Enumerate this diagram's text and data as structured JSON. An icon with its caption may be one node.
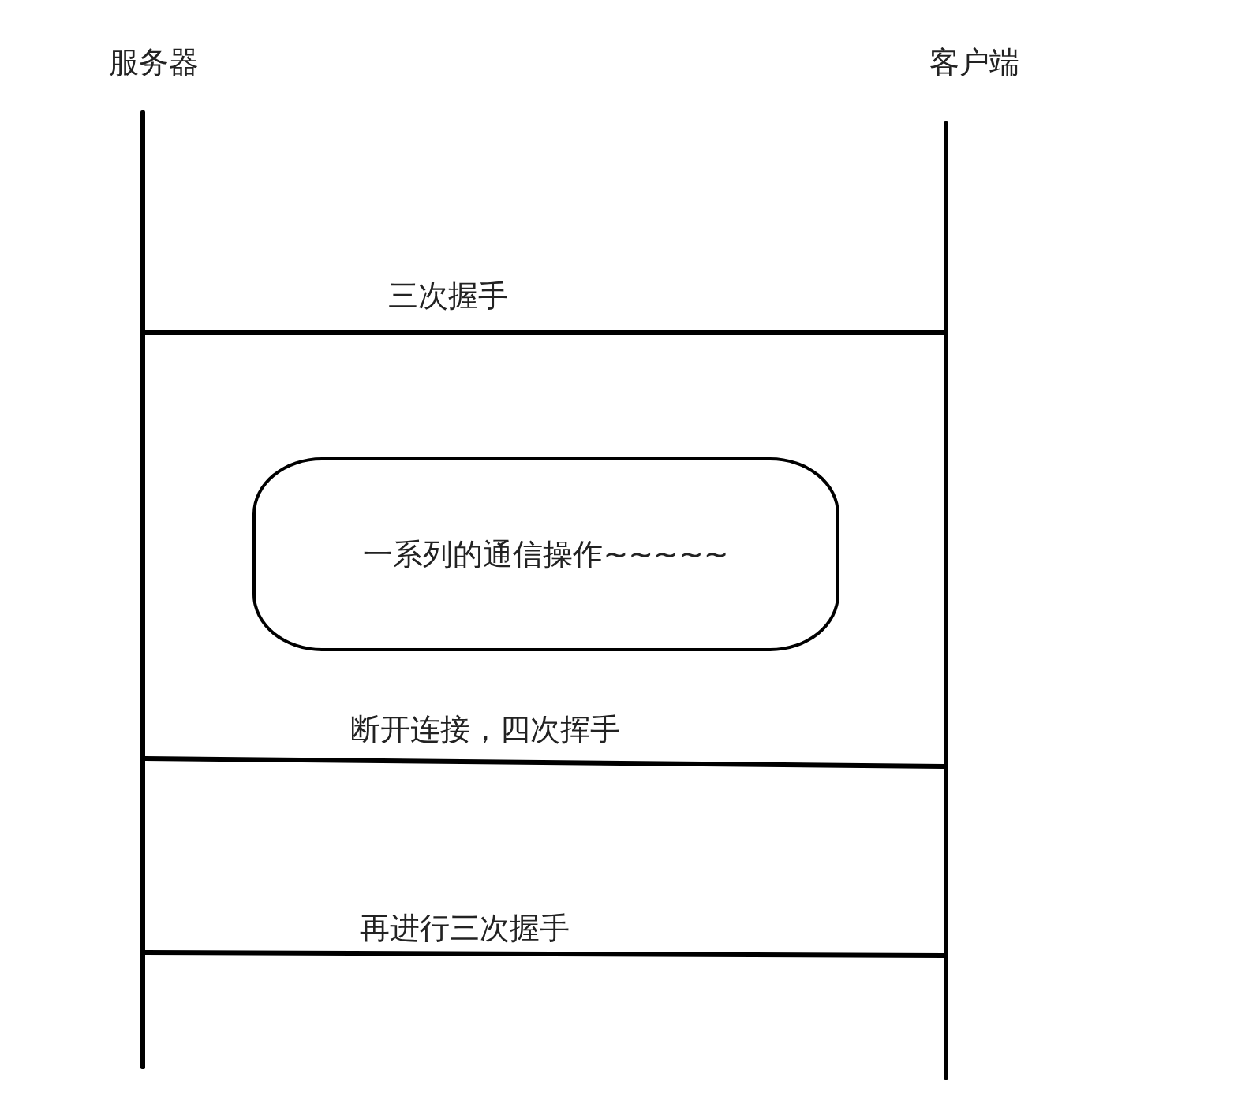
{
  "diagram": {
    "nodes": [
      {
        "text": [
          "服务器"
        ]
      },
      {
        "text": [
          "客户端"
        ]
      },
      {
        "text": [
          "一系列的通信操作~~~~~"
        ]
      }
    ],
    "edges": [
      {
        "from": 0,
        "to": 1,
        "arrow": "none",
        "label": "三次握手"
      },
      {
        "from": 0,
        "to": 1,
        "arrow": "none",
        "label": "断开连接，四次挥手"
      },
      {
        "from": 0,
        "to": 1,
        "arrow": "none",
        "label": "再进行三次握手"
      }
    ]
  }
}
